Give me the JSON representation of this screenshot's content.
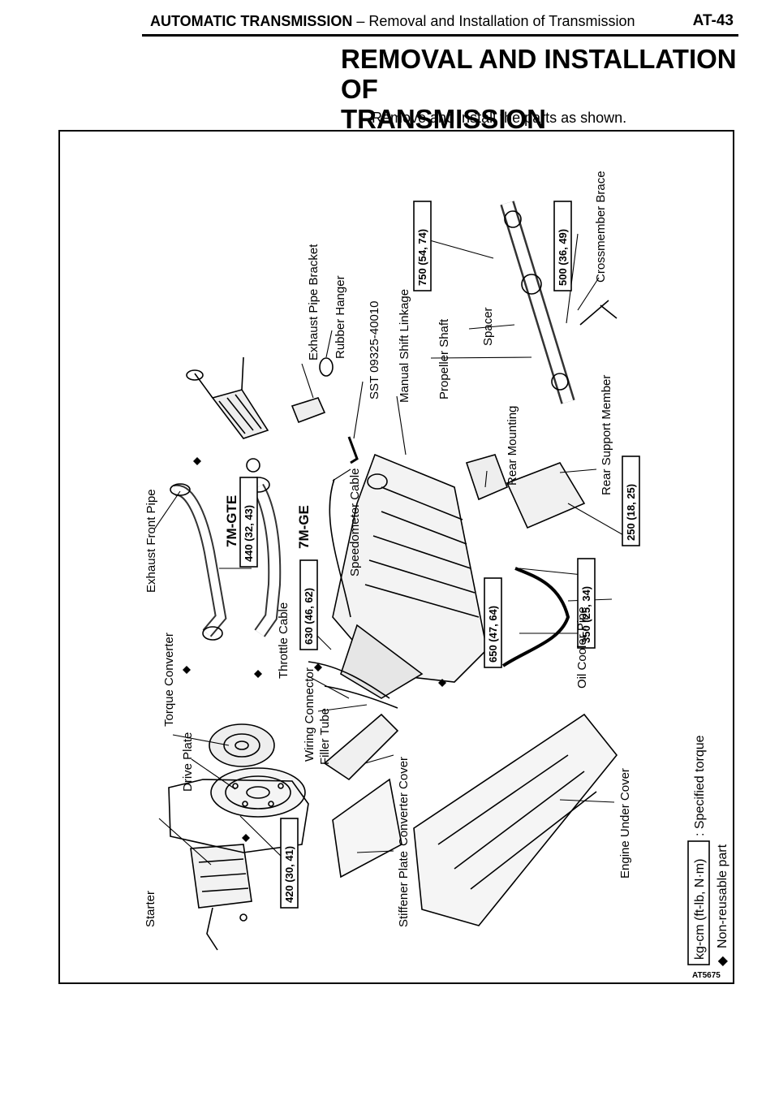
{
  "header": {
    "section": "AUTOMATIC TRANSMISSION",
    "dash": " – ",
    "subsection": "Removal and Installation of Transmission",
    "page": "AT-43"
  },
  "title": {
    "line1": "REMOVAL AND INSTALLATION OF",
    "line2": "TRANSMISSION"
  },
  "subtitle": "Remove and install the parts as shown.",
  "figure": {
    "id": "AT5675",
    "labels": {
      "starter": "Starter",
      "drive_plate": "Drive Plate",
      "torque_converter": "Torque Converter",
      "exhaust_front_pipe": "Exhaust Front Pipe",
      "engine_7mgte": "7M-GTE",
      "engine_7mge": "7M-GE",
      "throttle_cable": "Throttle Cable",
      "wiring_connector": "Wiring Connector",
      "filler_tube": "Filler Tube",
      "converter_cover": "Converter Cover",
      "stiffener_plate": "Stiffener Plate",
      "engine_under_cover": "Engine Under Cover",
      "speedometer_cable": "Speedometer Cable",
      "exhaust_pipe_bracket": "Exhaust Pipe Bracket",
      "rubber_hanger": "Rubber Hanger",
      "sst": "SST 09325-40010",
      "manual_shift_linkage": "Manual Shift Linkage",
      "propeller_shaft": "Propeller Shaft",
      "spacer": "Spacer",
      "crossmember_brace": "Crossmember Brace",
      "rear_mounting": "Rear Mounting",
      "rear_support_member": "Rear Support Member",
      "oil_cooler_pipe": "Oil Cooler Pipe"
    },
    "torques": {
      "t420": "420 (30, 41)",
      "t440": "440 (32, 43)",
      "t630": "630 (46, 62)",
      "t650": "650 (47, 64)",
      "t350": "350 (25, 34)",
      "t250": "250 (18, 25)",
      "t750": "750 (54, 74)",
      "t500": "500 (36, 49)"
    },
    "legend": {
      "torque_unit": "kg-cm (ft-lb, N·m)",
      "torque_desc": ": Specified torque",
      "nonreusable_symbol": "◆",
      "nonreusable_desc": "Non-reusable part"
    }
  }
}
